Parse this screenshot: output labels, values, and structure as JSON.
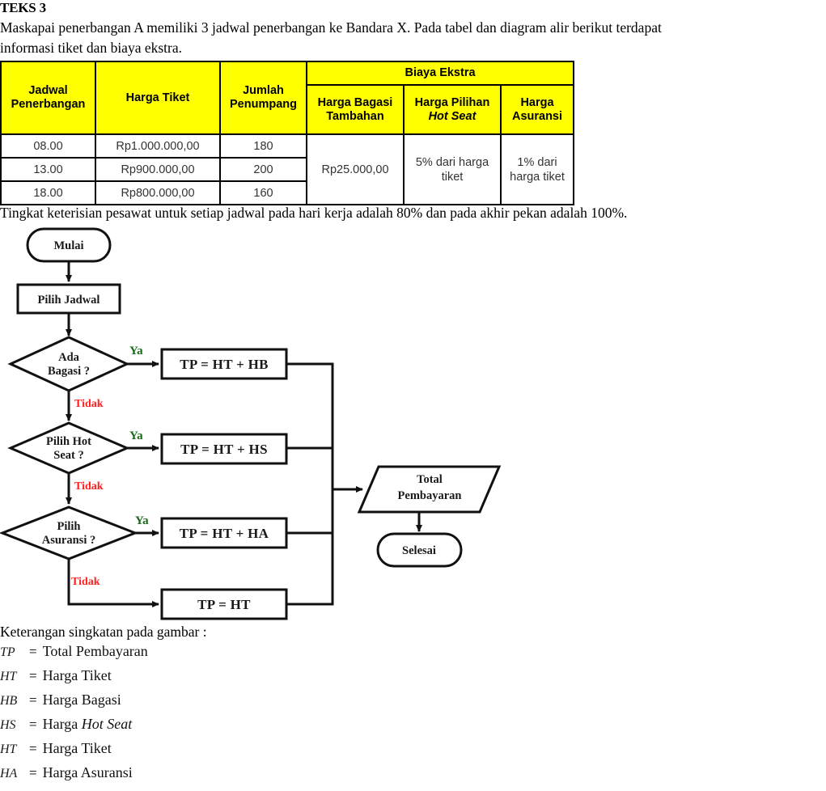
{
  "document": {
    "section_title": "TEKS 3",
    "intro_line1": "Maskapai penerbangan A memiliki 3 jadwal penerbangan ke Bandara X. Pada tabel dan diagram alir berikut terdapat",
    "intro_line2": "informasi tiket dan biaya ekstra.",
    "fill_note": "Tingkat keterisian pesawat untuk setiap jadwal pada hari kerja adalah 80% dan pada akhir pekan adalah 100%.",
    "keterangan_title": "Keterangan singkatan pada gambar :"
  },
  "table": {
    "group_header": "Biaya Ekstra",
    "headers": {
      "jadwal": "Jadwal Penerbangan",
      "jadwal_l1": "Jadwal",
      "jadwal_l2": "Penerbangan",
      "harga_tiket": "Harga Tiket",
      "jumlah_l1": "Jumlah",
      "jumlah_l2": "Penumpang",
      "bagasi_l1": "Harga Bagasi",
      "bagasi_l2": "Tambahan",
      "hotseat_l1": "Harga Pilihan",
      "hotseat_l2": "Hot Seat",
      "asuransi_l1": "Harga",
      "asuransi_l2": "Asuransi"
    },
    "rows": [
      {
        "jadwal": "08.00",
        "harga_tiket": "Rp1.000.000,00",
        "penumpang": "180"
      },
      {
        "jadwal": "13.00",
        "harga_tiket": "Rp900.000,00",
        "penumpang": "200"
      },
      {
        "jadwal": "18.00",
        "harga_tiket": "Rp800.000,00",
        "penumpang": "160"
      }
    ],
    "merged": {
      "bagasi": "Rp25.000,00",
      "hotseat_l1": "5% dari harga",
      "hotseat_l2": "tiket",
      "asuransi_l1": "1% dari",
      "asuransi_l2": "harga tiket"
    }
  },
  "flowchart": {
    "start": "Mulai",
    "step_pilih_jadwal": "Pilih Jadwal",
    "d1_l1": "Ada",
    "d1_l2": "Bagasi ?",
    "d2_l1": "Pilih Hot",
    "d2_l2": "Seat ?",
    "d3_l1": "Pilih",
    "d3_l2": "Asuransi ?",
    "proc1": "TP = HT + HB",
    "proc2": "TP = HT + HS",
    "proc3": "TP = HT + HA",
    "proc4": "TP = HT",
    "out_l1": "Total",
    "out_l2": "Pembayaran",
    "end": "Selesai",
    "yes_label": "Ya",
    "no_label": "Tidak",
    "colors": {
      "yes": "#196b19",
      "no": "#ff2020",
      "stroke": "#111111"
    }
  },
  "legend": [
    {
      "abbr": "TP",
      "def": "Total Pembayaran"
    },
    {
      "abbr": "HT",
      "def": "Harga Tiket"
    },
    {
      "abbr": "HB",
      "def": "Harga Bagasi"
    },
    {
      "abbr": "HS",
      "def_pre": "Harga ",
      "def_ital": "Hot Seat",
      "def": "Harga Hot Seat"
    },
    {
      "abbr": "HT",
      "def": "Harga Tiket"
    },
    {
      "abbr": "HA",
      "def": "Harga Asuransi"
    }
  ]
}
